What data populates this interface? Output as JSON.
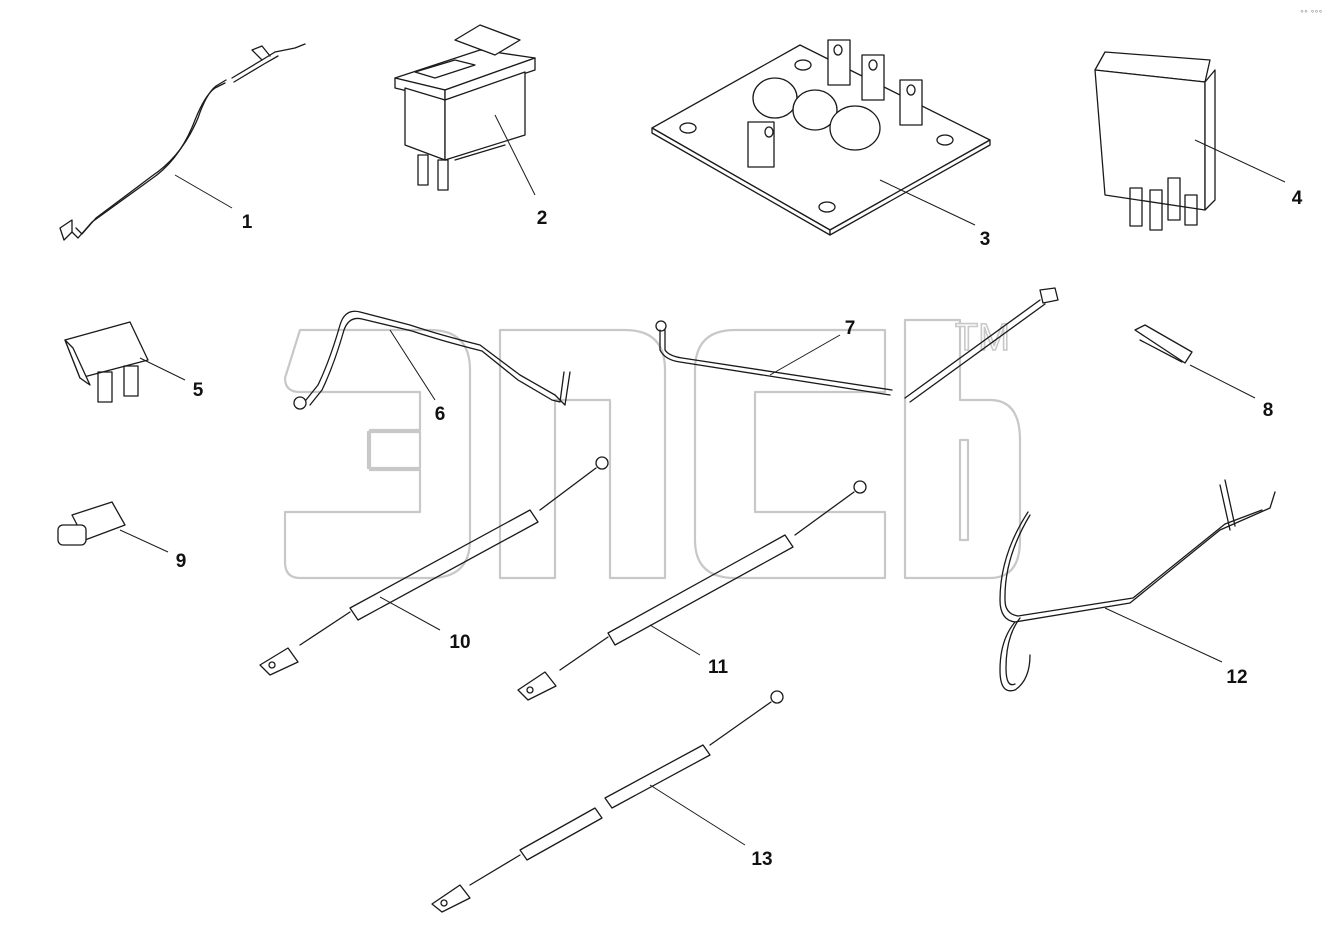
{
  "diagram": {
    "watermark": {
      "logo": "эпсь",
      "trademark": "TM"
    },
    "corner_mark": "°° °°°",
    "callouts": [
      {
        "id": 1,
        "label": "1",
        "part": "wire-jumper"
      },
      {
        "id": 2,
        "label": "2",
        "part": "rocker-switch"
      },
      {
        "id": 3,
        "label": "3",
        "part": "diode-block"
      },
      {
        "id": 4,
        "label": "4",
        "part": "relay"
      },
      {
        "id": 5,
        "label": "5",
        "part": "blade-fuse"
      },
      {
        "id": 6,
        "label": "6",
        "part": "wire-with-ring-terminal"
      },
      {
        "id": 7,
        "label": "7",
        "part": "wire-and-cable-tie"
      },
      {
        "id": 8,
        "label": "8",
        "part": "terminal-connector"
      },
      {
        "id": 9,
        "label": "9",
        "part": "terminal-insulator"
      },
      {
        "id": 10,
        "label": "10",
        "part": "cable-assembly"
      },
      {
        "id": 11,
        "label": "11",
        "part": "cable-assembly"
      },
      {
        "id": 12,
        "label": "12",
        "part": "wire-harness-y"
      },
      {
        "id": 13,
        "label": "13",
        "part": "cable-assembly"
      }
    ]
  }
}
